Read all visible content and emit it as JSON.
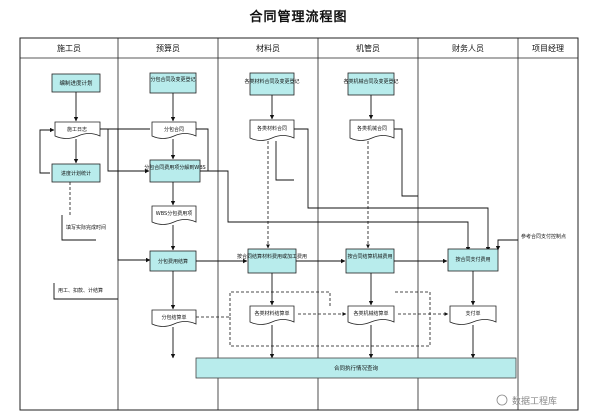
{
  "title": "合同管理流程图",
  "lanes": [
    "施工员",
    "预算员",
    "材料员",
    "机管员",
    "财务人员",
    "项目经理"
  ],
  "nodes": {
    "construction_plan": "编制进度计划",
    "construction_log": "施工日志",
    "progress_stats": "进度计划统计",
    "progress_note": "填写实际完成时间",
    "labor_note": "用工、扣款、计结算",
    "subcontract_register": "分包合同及变更登记",
    "subcontract": "分包合同",
    "subcontract_fee_ws": "分包合同费用项分解到WBS",
    "wbs_fee": "WBS分包费用项",
    "subcontract_fee_settle": "分包费用结算",
    "subcontract_statement": "分包结算单",
    "material_register": "各类材料合同及变更登记",
    "material_contract": "各类材料合同",
    "material_fee": "按合同结算材料费用或加工费用",
    "material_statement": "各类材料结算单",
    "machine_register": "各类机械合同及变更登记",
    "machine_contract": "各类机械合同",
    "machine_fee": "按合同结算机械费用",
    "machine_statement": "各类机械结算单",
    "payment_fee": "按合同支付费用",
    "payment_voucher": "支付单",
    "ref_control": "参考合同支付控制点",
    "execution_query": "合同执行情况查询"
  },
  "watermark": "数据工程库",
  "colors": {
    "teal": "#b8ecec",
    "line": "#111111"
  }
}
